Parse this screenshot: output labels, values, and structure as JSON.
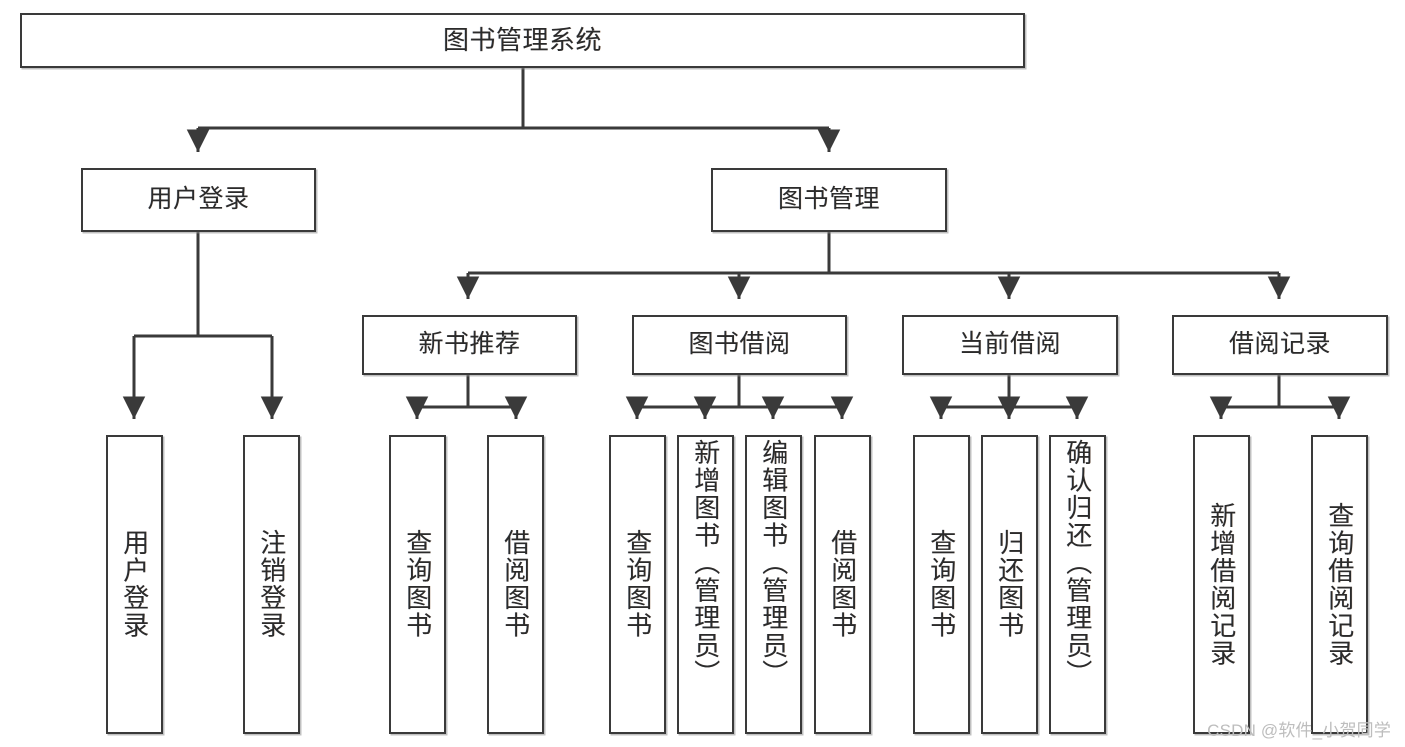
{
  "diagram": {
    "type": "tree",
    "title": "图书管理系统",
    "root": {
      "label": "图书管理系统"
    },
    "level2": [
      {
        "label": "用户登录"
      },
      {
        "label": "图书管理"
      }
    ],
    "level3": [
      {
        "label": "新书推荐"
      },
      {
        "label": "图书借阅"
      },
      {
        "label": "当前借阅"
      },
      {
        "label": "借阅记录"
      }
    ],
    "leaves": {
      "user_login": [
        {
          "label": "用户登录"
        },
        {
          "label": "注销登录"
        }
      ],
      "new_book_recommend": [
        {
          "label": "查询图书"
        },
        {
          "label": "借阅图书"
        }
      ],
      "book_borrow": [
        {
          "label": "查询图书"
        },
        {
          "label": "新增图书（管理员）"
        },
        {
          "label": "编辑图书（管理员）"
        },
        {
          "label": "借阅图书"
        }
      ],
      "current_borrow": [
        {
          "label": "查询图书"
        },
        {
          "label": "归还图书"
        },
        {
          "label": "确认归还（管理员）"
        }
      ],
      "borrow_record": [
        {
          "label": "新增借阅记录"
        },
        {
          "label": "查询借阅记录"
        }
      ]
    }
  },
  "watermark": {
    "text": "CSDN @软件_小贺同学"
  },
  "colors": {
    "box_border": "#3a3a3a",
    "box_fill": "#ffffff",
    "text": "#2b2b2b",
    "connector": "#3a3a3a",
    "watermark": "#bdbdbd",
    "background": "#ffffff"
  }
}
